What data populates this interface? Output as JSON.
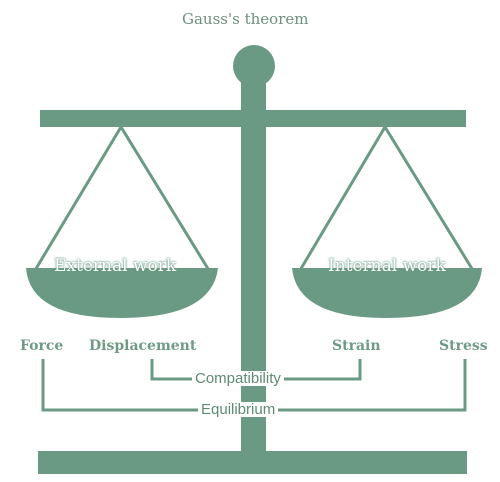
{
  "diagram": {
    "title": "Gauss's theorem",
    "left_pan_label": "External work",
    "right_pan_label": "Internal work",
    "quantities": {
      "force": "Force",
      "displacement": "Displacement",
      "strain": "Strain",
      "stress": "Stress"
    },
    "compatibility_label": "Compatibility",
    "equilibrium_label": "Equilibrium",
    "colors": {
      "scale": "#6a9a84",
      "label_text": "#6f9a86",
      "pan_text": "#ffffff",
      "background": "#ffffff"
    }
  }
}
